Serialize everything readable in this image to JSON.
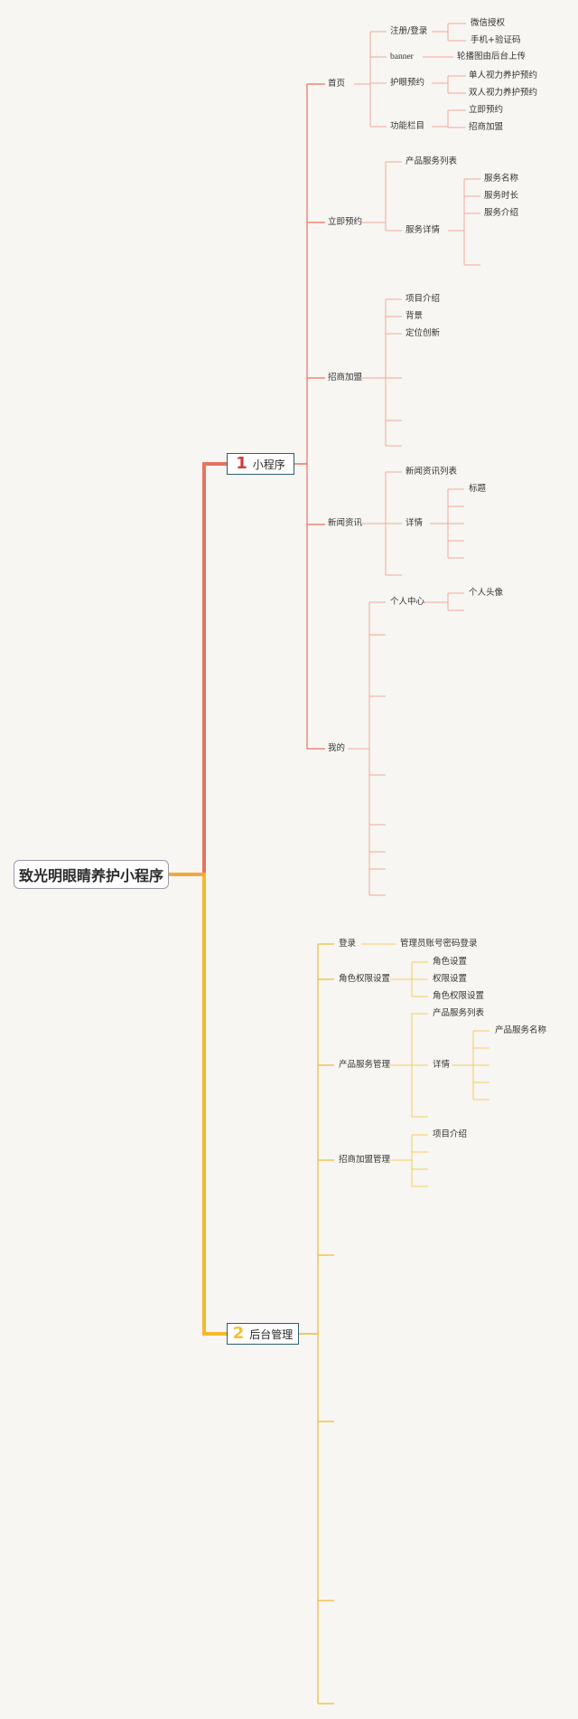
{
  "root": "致光明眼睛养护小程序",
  "sections": [
    {
      "num": "1",
      "label": "小程序"
    },
    {
      "num": "2",
      "label": "后台管理"
    }
  ],
  "colors": {
    "root_branch": "#f2a93b",
    "mini_branch": "#e8735f",
    "mini_subbranch": "#f2a898",
    "admin_branch": "#f5b82e",
    "admin_subbranch": "#f5cc5e"
  },
  "mini": {
    "home": "首页",
    "register_login": "注册/登录",
    "wechat_auth": "微信授权",
    "phone_code": "手机+验证码",
    "banner": "banner",
    "banner_upload": "轮播图由后台上传",
    "eye_booking": "护眼预约",
    "single_booking": "单人视力养护预约",
    "double_booking": "双人视力养护预约",
    "func_bar": "功能栏目",
    "func_book_now": "立即预约",
    "func_franchise": "招商加盟",
    "book_now": "立即预约",
    "service_list": "产品服务列表",
    "service_detail": "服务详情",
    "service_name": "服务名称",
    "service_duration": "服务时长",
    "service_intro": "服务介绍",
    "franchise": "招商加盟",
    "project_intro": "项目介绍",
    "background": "背景",
    "positioning": "定位创新",
    "news": "新闻资讯",
    "news_list": "新闻资讯列表",
    "news_detail": "详情",
    "news_title": "标题",
    "mine": "我的",
    "personal_center": "个人中心",
    "avatar": "个人头像"
  },
  "admin": {
    "login": "登录",
    "admin_login": "管理员账号密码登录",
    "role_perm": "角色权限设置",
    "role_set": "角色设置",
    "perm_set": "权限设置",
    "role_perm_set": "角色权限设置",
    "product_mgmt": "产品服务管理",
    "product_list": "产品服务列表",
    "product_detail": "详情",
    "product_name": "产品服务名称",
    "franchise_mgmt": "招商加盟管理",
    "franchise_project_intro": "项目介绍"
  }
}
